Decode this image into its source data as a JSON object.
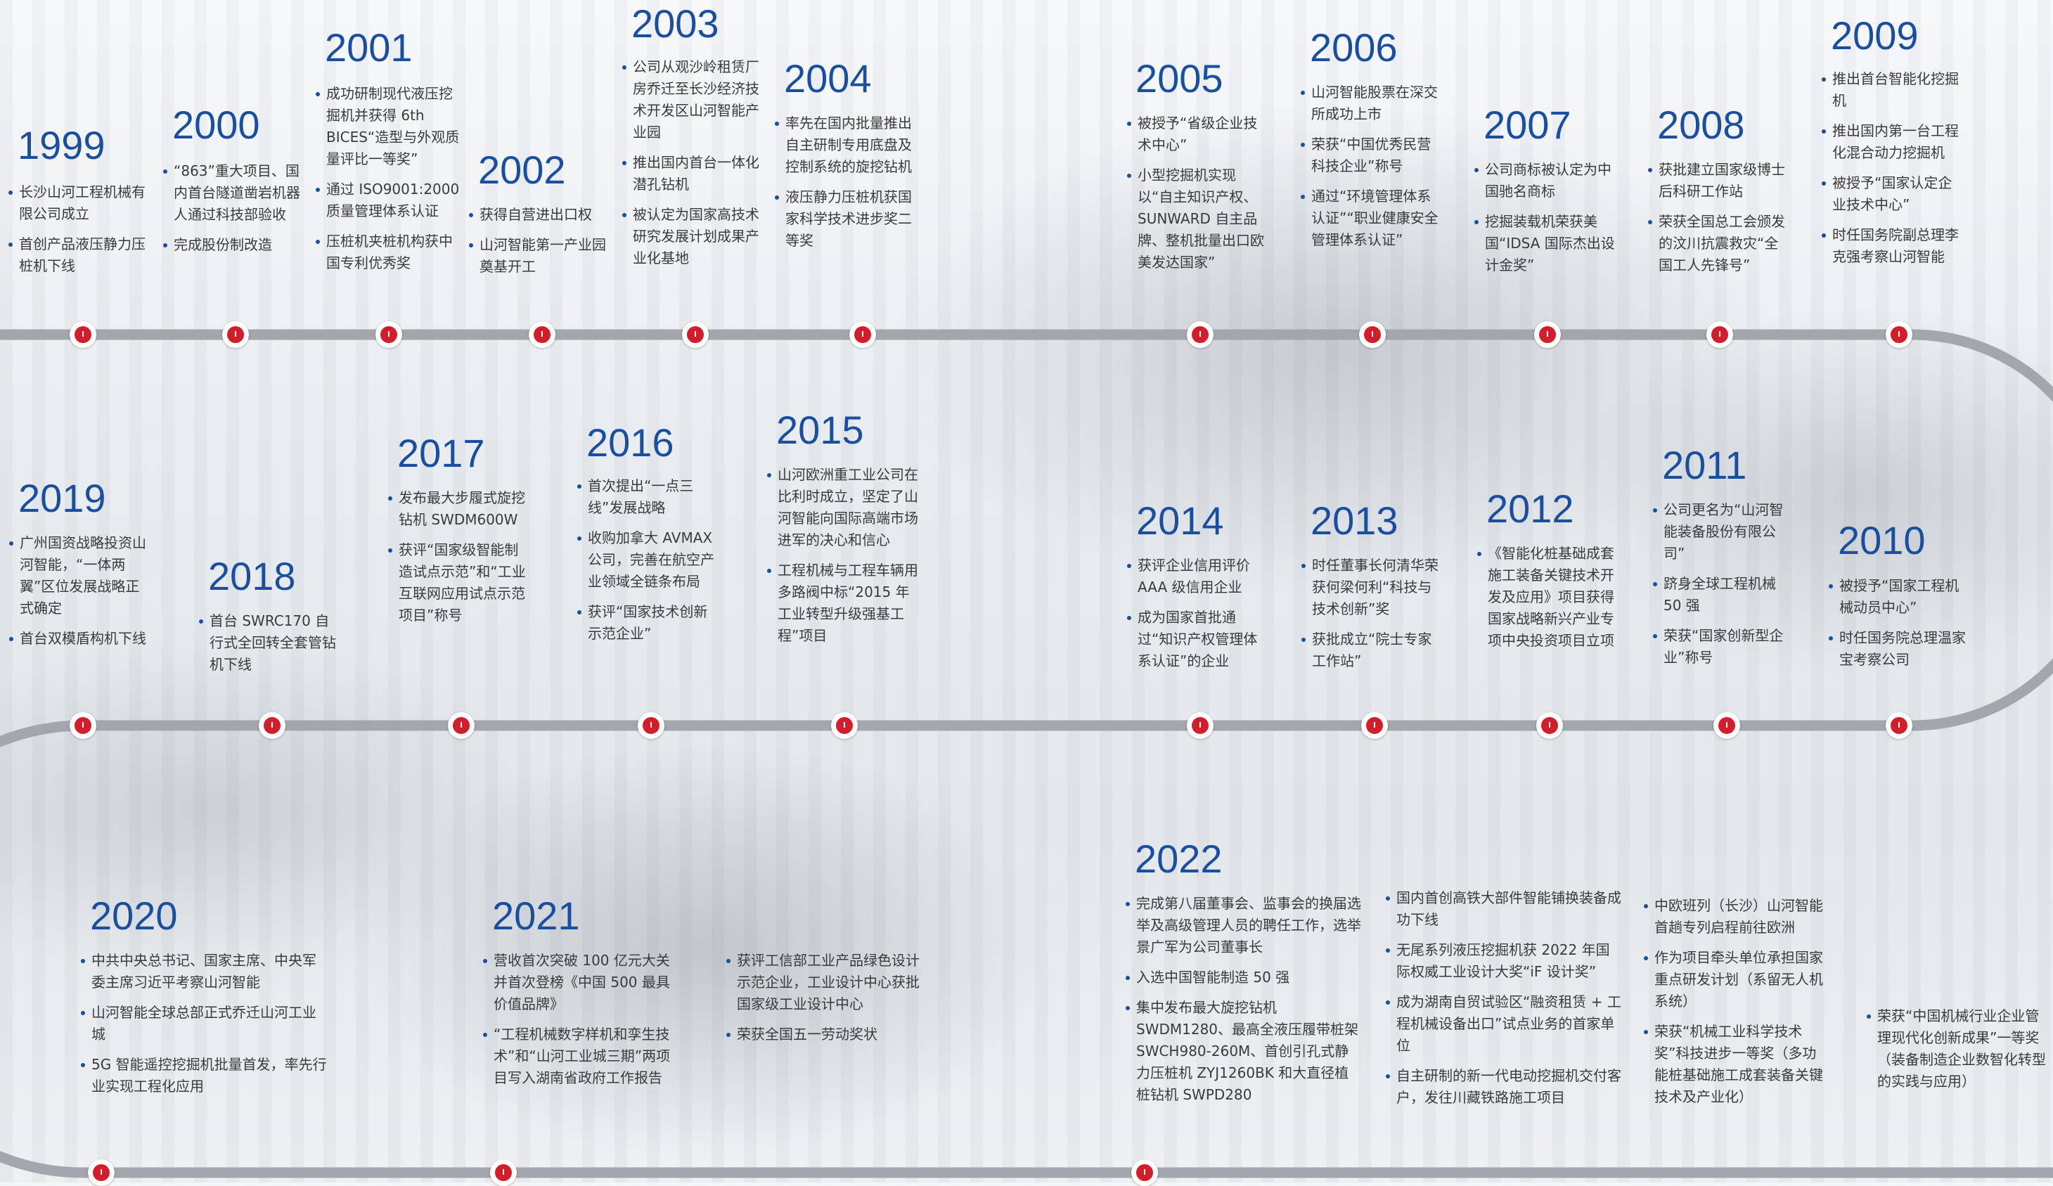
{
  "colors": {
    "year": "#1a4fa0",
    "bullet": "#1a4fa0",
    "marker": "#d21e2b",
    "track": "#a3a7ad",
    "text": "#3a3a3a"
  },
  "timeline": {
    "1999": {
      "year": "1999",
      "items": [
        "长沙山河工程机械有限公司成立",
        "首创产品液压静力压桩机下线"
      ]
    },
    "2000": {
      "year": "2000",
      "items": [
        "“863”重大项目、国内首台隧道凿岩机器人通过科技部验收",
        "完成股份制改造"
      ]
    },
    "2001": {
      "year": "2001",
      "items": [
        "成功研制现代液压挖掘机并获得 6th BICES“造型与外观质量评比一等奖”",
        "通过 ISO9001:2000 质量管理体系认证",
        "压桩机夹桩机构获中国专利优秀奖"
      ]
    },
    "2002": {
      "year": "2002",
      "items": [
        "获得自营进出口权",
        "山河智能第一产业园奠基开工"
      ]
    },
    "2003": {
      "year": "2003",
      "items": [
        "公司从观沙岭租赁厂房乔迁至长沙经济技术开发区山河智能产业园",
        "推出国内首台一体化潜孔钻机",
        "被认定为国家高技术研究发展计划成果产业化基地"
      ]
    },
    "2004": {
      "year": "2004",
      "items": [
        "率先在国内批量推出自主研制专用底盘及控制系统的旋挖钻机",
        "液压静力压桩机获国家科学技术进步奖二等奖"
      ]
    },
    "2005": {
      "year": "2005",
      "items": [
        "被授予“省级企业技术中心”",
        "小型挖掘机实现以“自主知识产权、SUNWARD 自主品牌、整机批量出口欧美发达国家”"
      ]
    },
    "2006": {
      "year": "2006",
      "items": [
        "山河智能股票在深交所成功上市",
        "荣获“中国优秀民营科技企业”称号",
        "通过“环境管理体系认证”“职业健康安全管理体系认证”"
      ]
    },
    "2007": {
      "year": "2007",
      "items": [
        "公司商标被认定为中国驰名商标",
        "挖掘装载机荣获美国“IDSA 国际杰出设计金奖”"
      ]
    },
    "2008": {
      "year": "2008",
      "items": [
        "获批建立国家级博士后科研工作站",
        "荣获全国总工会颁发的汶川抗震救灾“全国工人先锋号”"
      ]
    },
    "2009": {
      "year": "2009",
      "items": [
        "推出首台智能化挖掘机",
        "推出国内第一台工程化混合动力挖掘机",
        "被授予“国家认定企业技术中心”",
        "时任国务院副总理李克强考察山河智能"
      ]
    },
    "2010": {
      "year": "2010",
      "items": [
        "被授予“国家工程机械动员中心”",
        "时任国务院总理温家宝考察公司"
      ]
    },
    "2011": {
      "year": "2011",
      "items": [
        "公司更名为“山河智能装备股份有限公司”",
        "跻身全球工程机械 50 强",
        "荣获“国家创新型企业”称号"
      ]
    },
    "2012": {
      "year": "2012",
      "items": [
        "《智能化桩基础成套施工装备关键技术开发及应用》项目获得国家战略新兴产业专项中央投资项目立项"
      ]
    },
    "2013": {
      "year": "2013",
      "items": [
        "时任董事长何清华荣获何梁何利“科技与技术创新”奖",
        "获批成立“院士专家工作站”"
      ]
    },
    "2014": {
      "year": "2014",
      "items": [
        "获评企业信用评价 AAA 级信用企业",
        "成为国家首批通过“知识产权管理体系认证”的企业"
      ]
    },
    "2015": {
      "year": "2015",
      "items": [
        "山河欧洲重工业公司在比利时成立，坚定了山河智能向国际高端市场进军的决心和信心",
        "工程机械与工程车辆用多路阀中标“2015 年工业转型升级强基工程”项目"
      ]
    },
    "2016": {
      "year": "2016",
      "items": [
        "首次提出“一点三线”发展战略",
        "收购加拿大 AVMAX 公司，完善在航空产业领域全链条布局",
        "获评“国家技术创新示范企业”"
      ]
    },
    "2017": {
      "year": "2017",
      "items": [
        "发布最大步履式旋挖钻机 SWDM600W",
        "获评“国家级智能制造试点示范”和“工业互联网应用试点示范项目”称号"
      ]
    },
    "2018": {
      "year": "2018",
      "items": [
        "首台 SWRC170 自行式全回转全套管钻机下线"
      ]
    },
    "2019": {
      "year": "2019",
      "items": [
        "广州国资战略投资山河智能，“一体两翼”区位发展战略正式确定",
        "首台双模盾构机下线"
      ]
    },
    "2020": {
      "year": "2020",
      "items": [
        "中共中央总书记、国家主席、中央军委主席习近平考察山河智能",
        "山河智能全球总部正式乔迁山河工业城",
        "5G 智能遥控挖掘机批量首发，率先行业实现工程化应用"
      ]
    },
    "2021": {
      "year": "2021",
      "items": [
        "营收首次突破 100 亿元大关并首次登榜《中国 500 最具价值品牌》",
        "“工程机械数字样机和孪生技术”和“山河工业城三期”两项目写入湖南省政府工作报告"
      ]
    },
    "2021b": {
      "items": [
        "获评工信部工业产品绿色设计示范企业，工业设计中心获批国家级工业设计中心",
        "荣获全国五一劳动奖状"
      ]
    },
    "2022": {
      "year": "2022",
      "items": [
        "完成第八届董事会、监事会的换届选举及高级管理人员的聘任工作，选举景广军为公司董事长",
        "入选中国智能制造 50 强",
        "集中发布最大旋挖钻机 SWDM1280、最高全液压履带桩架 SWCH980-260M、首创引孔式静力压桩机 ZYJ1260BK 和大直径植桩钻机 SWPD280"
      ]
    },
    "2022b": {
      "items": [
        "国内首创高铁大部件智能铺换装备成功下线",
        "无尾系列液压挖掘机获 2022 年国际权威工业设计大奖“iF 设计奖”",
        "成为湖南自贸试验区“融资租赁 + 工程机械设备出口”试点业务的首家单位",
        "自主研制的新一代电动挖掘机交付客户，发往川藏铁路施工项目"
      ]
    },
    "2022c": {
      "items": [
        "中欧班列（长沙）山河智能首趟专列启程前往欧洲",
        "作为项目牵头单位承担国家重点研发计划（系留无人机系统）",
        "荣获“机械工业科学技术奖”科技进步一等奖（多功能桩基础施工成套装备关键技术及产业化）"
      ]
    },
    "2022d": {
      "items": [
        "荣获“中国机械行业企业管理现代化创新成果”一等奖（装备制造企业数智化转型的实践与应用）"
      ]
    }
  }
}
